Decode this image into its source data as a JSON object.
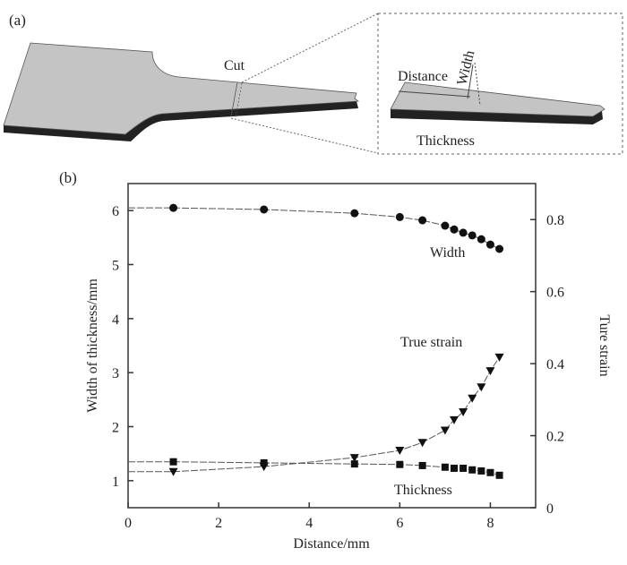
{
  "panel_a": {
    "label": "(a)",
    "cut_label": "Cut",
    "distance_label": "Distance",
    "width_label": "Width",
    "thickness_label": "Thickness"
  },
  "chart_data": {
    "type": "line",
    "panel_label": "(b)",
    "xlabel": "Distance/mm",
    "ylabel": "Width of thickness/mm",
    "ylabel_right": "Ture strain",
    "xlim": [
      0,
      9
    ],
    "ylim": [
      0.5,
      6.5
    ],
    "ylim_right": [
      0,
      0.9
    ],
    "xticks": [
      0,
      2,
      4,
      6,
      8
    ],
    "yticks": [
      1,
      2,
      3,
      4,
      5,
      6
    ],
    "yticks_right": [
      0,
      0.2,
      0.4,
      0.6,
      0.8
    ],
    "grid": false,
    "x": [
      1,
      3,
      5,
      6,
      6.5,
      7,
      7.2,
      7.4,
      7.6,
      7.8,
      8.0,
      8.2
    ],
    "series": [
      {
        "name": "Width",
        "label": "Width",
        "axis": "left",
        "marker": "circle",
        "values": [
          6.05,
          6.02,
          5.95,
          5.88,
          5.82,
          5.72,
          5.65,
          5.59,
          5.54,
          5.47,
          5.37,
          5.29
        ]
      },
      {
        "name": "True strain",
        "label": "True strain",
        "axis": "right",
        "marker": "triangle-down",
        "values": [
          0.1,
          0.114,
          0.139,
          0.159,
          0.181,
          0.215,
          0.244,
          0.266,
          0.304,
          0.335,
          0.38,
          0.418
        ]
      },
      {
        "name": "Thickness",
        "label": "Thickness",
        "axis": "left",
        "marker": "square",
        "values": [
          1.35,
          1.33,
          1.31,
          1.3,
          1.28,
          1.25,
          1.23,
          1.23,
          1.2,
          1.18,
          1.15,
          1.1
        ]
      }
    ]
  }
}
